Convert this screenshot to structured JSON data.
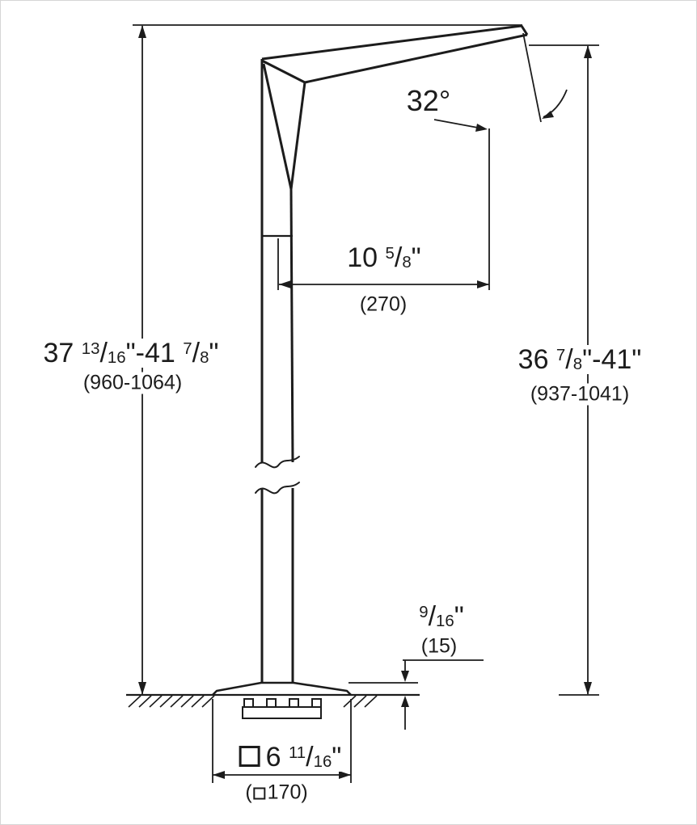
{
  "labels": {
    "angle": "32°",
    "reach": {
      "w1": "10 ",
      "n1": "5",
      "s1": "/",
      "d1": "8",
      "end": "\"",
      "metric": "(270)"
    },
    "height_left": {
      "w1": "37 ",
      "n1": "13",
      "s1": "/",
      "d1": "16",
      "mid": "\"-41 ",
      "n2": "7",
      "s2": "/",
      "d2": "8",
      "end": "\"",
      "metric": "(960-1064)"
    },
    "height_right": {
      "w1": "36 ",
      "n1": "7",
      "s1": "/",
      "d1": "8",
      "mid": "\"-41\"",
      "metric": "(937-1041)"
    },
    "base_offset": {
      "n1": "9",
      "s1": "/",
      "d1": "16",
      "end": "\"",
      "metric": "(15)"
    },
    "base_size": {
      "w1": "6 ",
      "n1": "11",
      "s1": "/",
      "d1": "16",
      "end": "\"",
      "metric_open": "(",
      "metric_close": "170)"
    }
  },
  "symbols": {
    "square": "square-outline"
  },
  "colors": {
    "ink": "#1c1c1c",
    "background": "#ffffff"
  }
}
